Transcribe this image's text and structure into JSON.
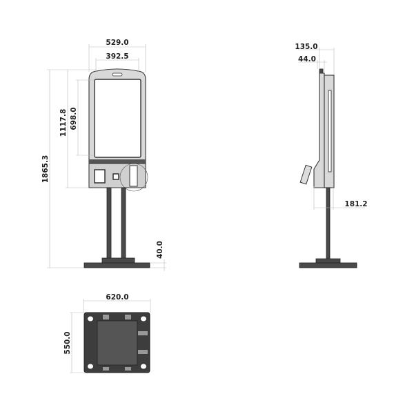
{
  "front_view": {
    "dims": {
      "overall_width": "529.0",
      "screen_width": "392.5",
      "overall_height": "1865.3",
      "head_height": "1117.8",
      "screen_height": "698.0",
      "base_thickness": "40.0"
    }
  },
  "side_view": {
    "dims": {
      "head_depth": "135.0",
      "top_depth": "44.0",
      "bracket_depth": "181.2"
    }
  },
  "top_view": {
    "dims": {
      "base_width": "620.0",
      "base_depth": "550.0"
    }
  }
}
